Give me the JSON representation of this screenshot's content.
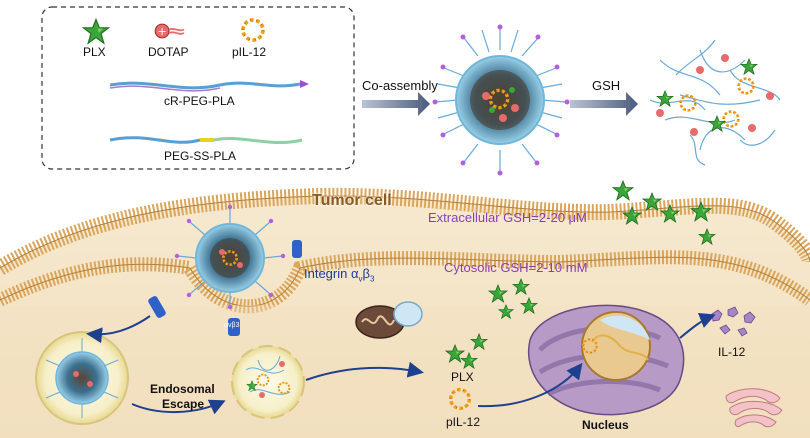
{
  "legend": {
    "plx": "PLX",
    "dotap": "DOTAP",
    "pil12": "pIL-12",
    "crpegpla": "cR-PEG-PLA",
    "pegsspla": "PEG-SS-PLA"
  },
  "steps": {
    "coassembly": "Co-assembly",
    "gsh": "GSH"
  },
  "cell": {
    "tumor_cell": "Tumor cell",
    "extracellular": "Extracellular GSH=2-20 μM",
    "cytosolic": "Cytosolic GSH=2-10 mM",
    "integrin": "Integrin α",
    "integrin_sub": "v",
    "integrin_beta": "β",
    "integrin_sub2": "3",
    "endosomal": "Endosomal",
    "escape": "Escape",
    "plx": "PLX",
    "pil12": "pIL-12",
    "il12": "IL-12",
    "nucleus": "Nucleus",
    "receptor_tag": "αvβ3"
  },
  "colors": {
    "membrane": "#d9a65c",
    "cytoplasm": "#f3e4c6",
    "star_green": "#3aa63a",
    "purple_text": "#8a3fb8",
    "arrow_blue": "#1f3f8f",
    "nucleus_purple": "#9b79b0"
  }
}
